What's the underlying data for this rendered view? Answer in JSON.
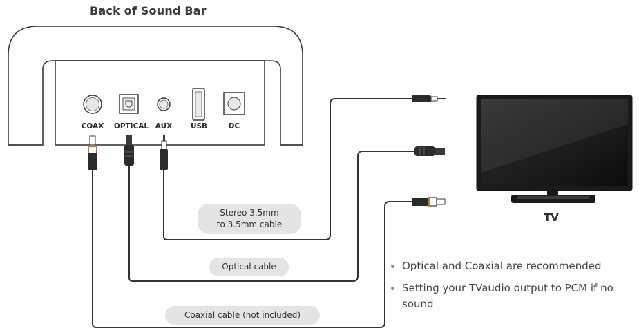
{
  "header": {
    "title": "Back of Sound Bar"
  },
  "ports": [
    {
      "label": "COAX"
    },
    {
      "label": "OPTICAL"
    },
    {
      "label": "AUX"
    },
    {
      "label": "USB"
    },
    {
      "label": "DC"
    }
  ],
  "cables": [
    {
      "label_line1": "Stereo 3.5mm",
      "label_line2": "to 3.5mm cable"
    },
    {
      "label_line1": "Optical cable"
    },
    {
      "label_line1": "Coaxial cable (not included)"
    }
  ],
  "tv": {
    "label": "TV"
  },
  "notes": [
    "Optical and Coaxial are recommended",
    "Setting your TVaudio output to PCM if no sound"
  ],
  "colors": {
    "bullet": "#6a95c4",
    "pill": "#e4e4e4",
    "outline": "#3a3a3a",
    "coax_ring": "#c8742a"
  }
}
